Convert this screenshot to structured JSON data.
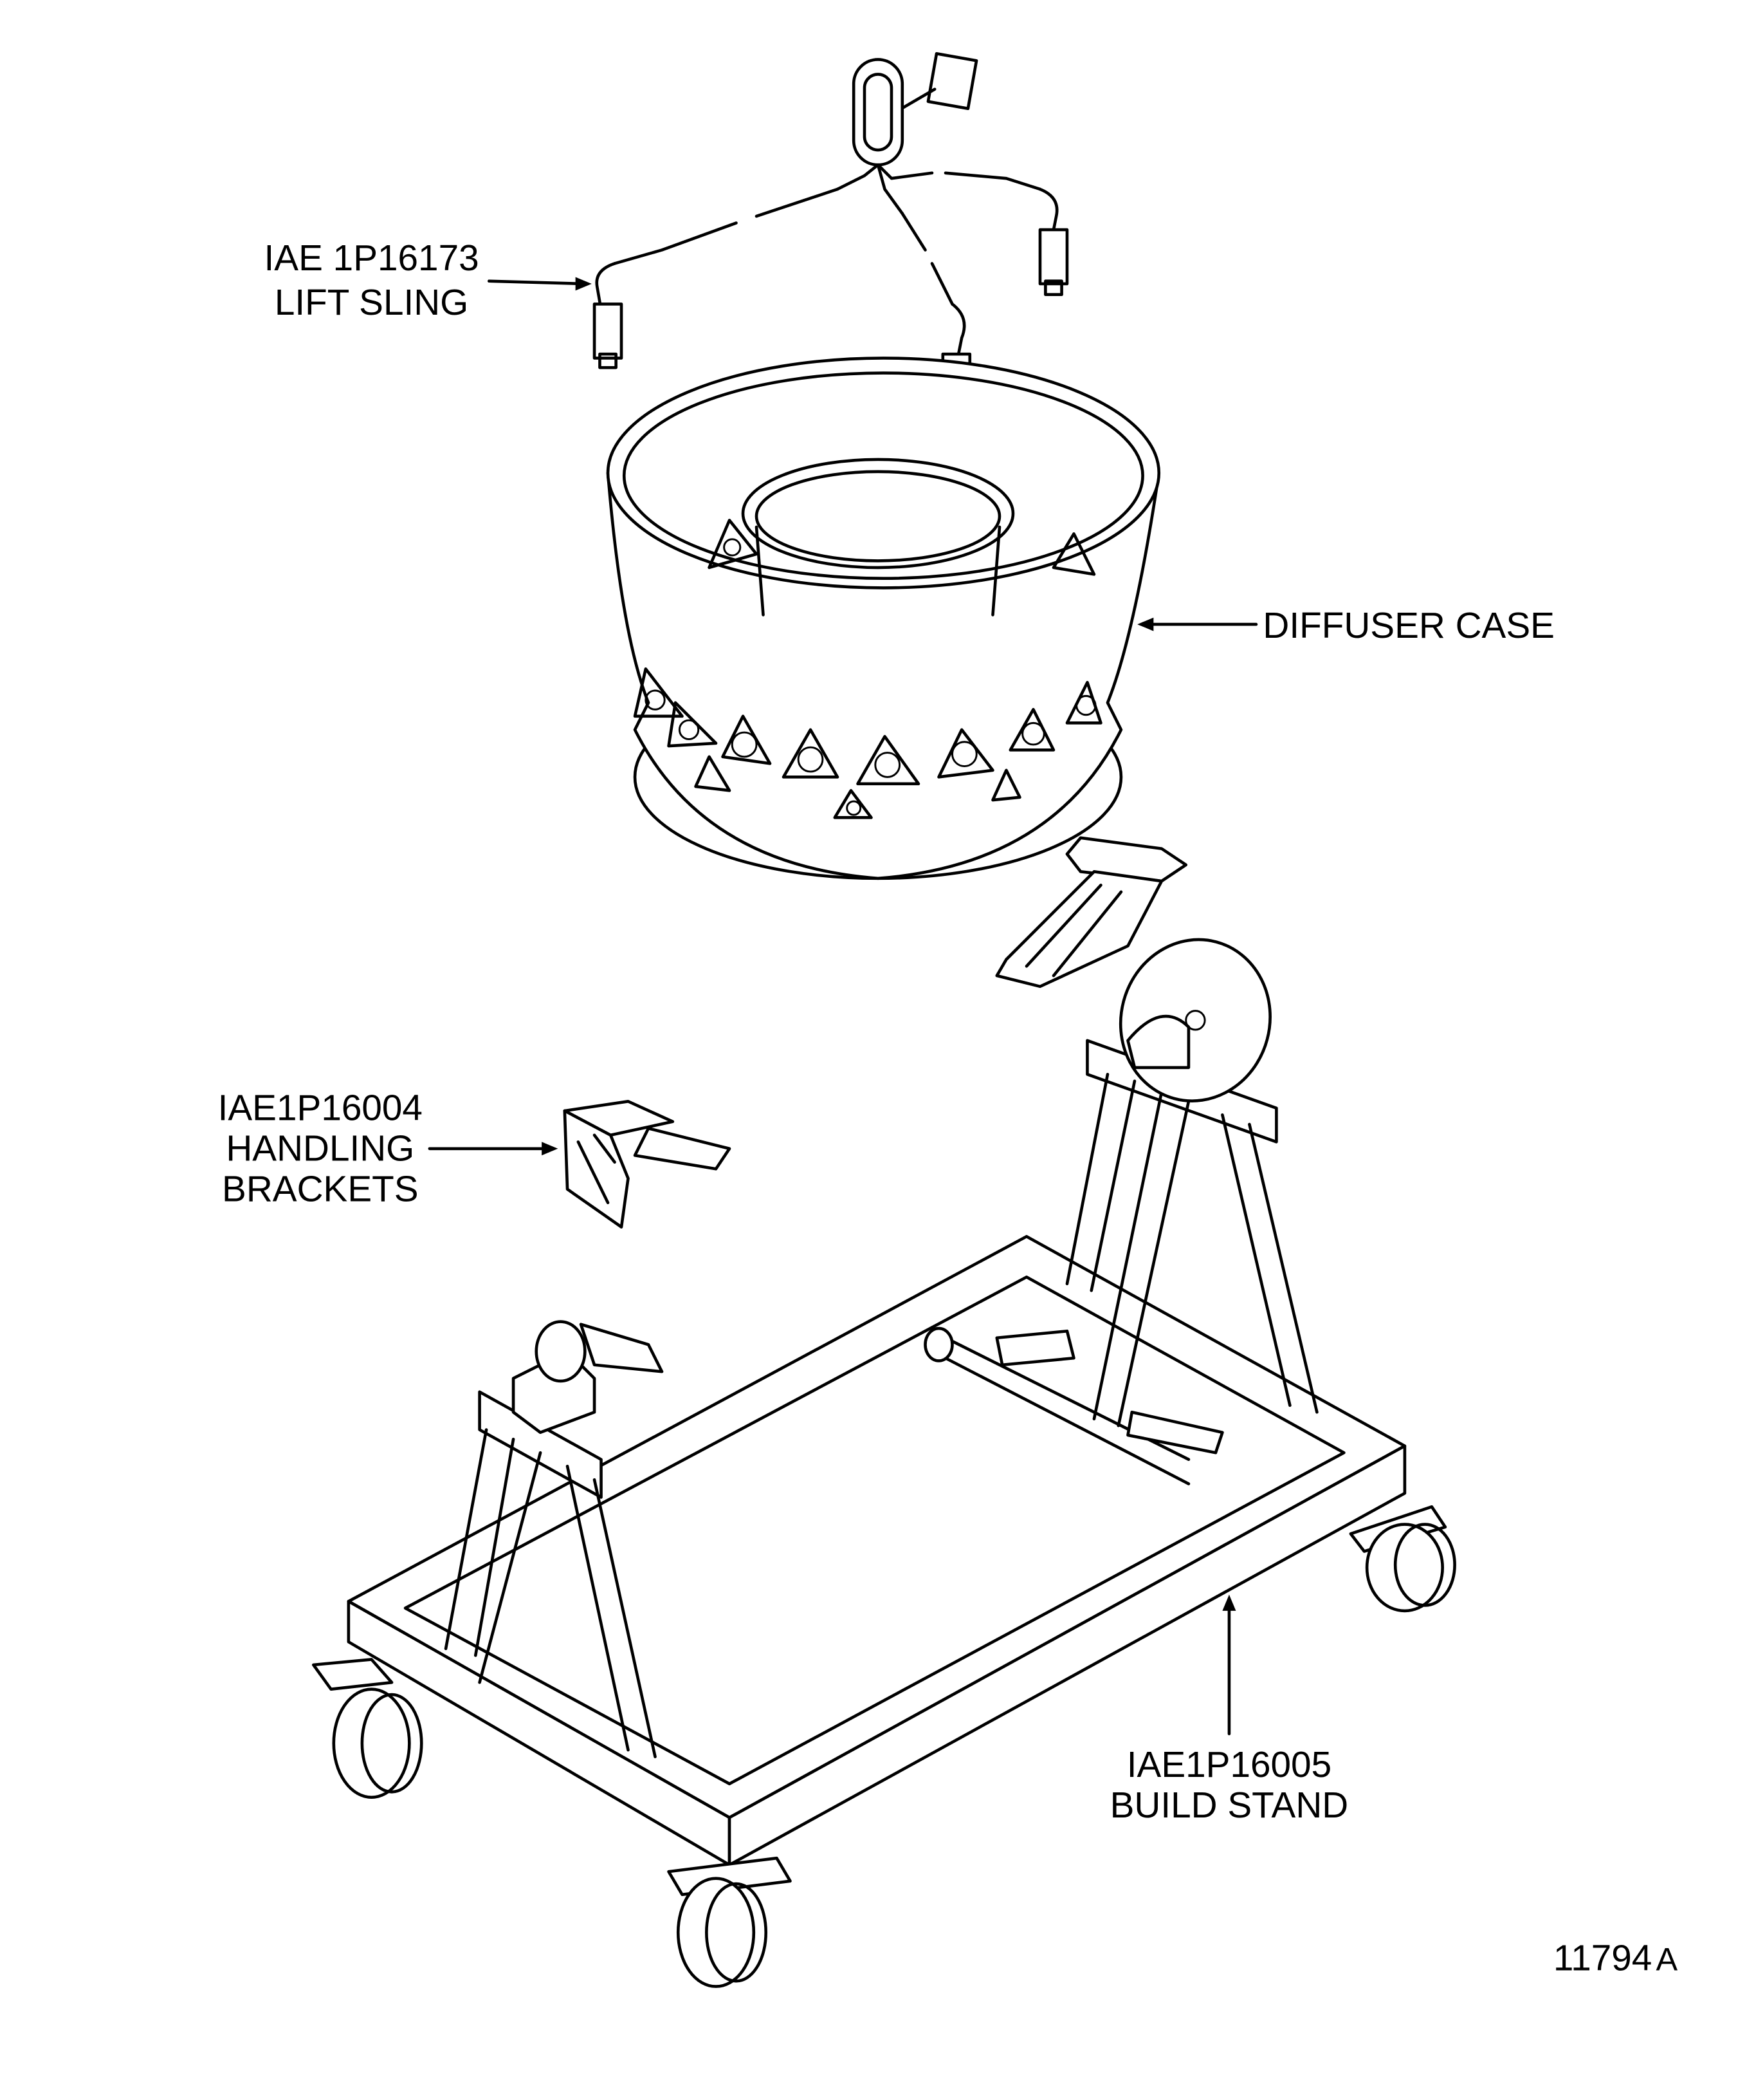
{
  "figure": {
    "labels": {
      "lift_sling": {
        "line1": "IAE 1P16173",
        "line2": "LIFT SLING"
      },
      "diffuser_case": {
        "line1": "DIFFUSER CASE"
      },
      "handling_brackets": {
        "line1": "IAE1P16004",
        "line2": "HANDLING",
        "line3": "BRACKETS"
      },
      "build_stand": {
        "line1": "IAE1P16005",
        "line2": "BUILD STAND"
      }
    },
    "figure_number": {
      "number": "11794",
      "suffix": "A"
    }
  }
}
